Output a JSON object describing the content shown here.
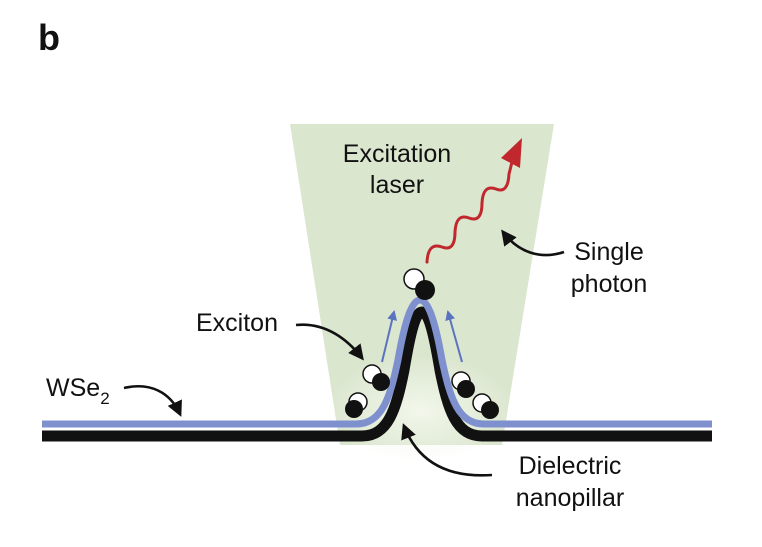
{
  "figure": {
    "panel_letter": "b",
    "labels": {
      "excitation_line1": "Excitation",
      "excitation_line2": "laser",
      "single_line1": "Single",
      "single_line2": "photon",
      "exciton": "Exciton",
      "wse2_main": "WSe",
      "wse2_sub": "2",
      "dielectric_line1": "Dielectric",
      "dielectric_line2": "nanopillar"
    },
    "colors": {
      "laser_beam": "#dbe6cf",
      "laser_glow": "#eef5e6",
      "substrate": "#111111",
      "wse2_layer": "#7f90cf",
      "photon": "#c0282d",
      "drift_arrow": "#5a73c0",
      "hole": "#ffffff",
      "electron": "#111111"
    }
  }
}
